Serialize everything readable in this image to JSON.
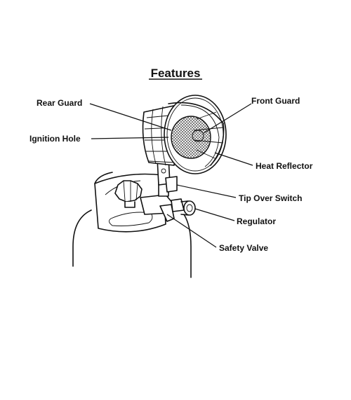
{
  "title": "Features",
  "labels": {
    "rear_guard": "Rear Guard",
    "front_guard": "Front Guard",
    "ignition_hole": "Ignition Hole",
    "heat_reflector": "Heat Reflector",
    "tip_over_switch": "Tip Over Switch",
    "regulator": "Regulator",
    "safety_valve": "Safety Valve"
  },
  "colors": {
    "ink": "#111111",
    "background": "#ffffff"
  }
}
